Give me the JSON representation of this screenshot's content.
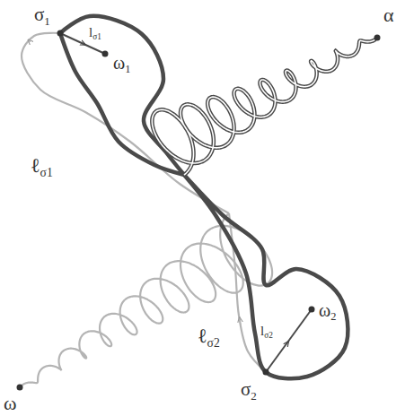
{
  "diagram": {
    "labels": [
      "σ1",
      "lσ1",
      "ω1",
      "ℓσ1",
      "α",
      "ω",
      "ℓσ2",
      "lσ2",
      "ω2",
      "σ2"
    ]
  }
}
